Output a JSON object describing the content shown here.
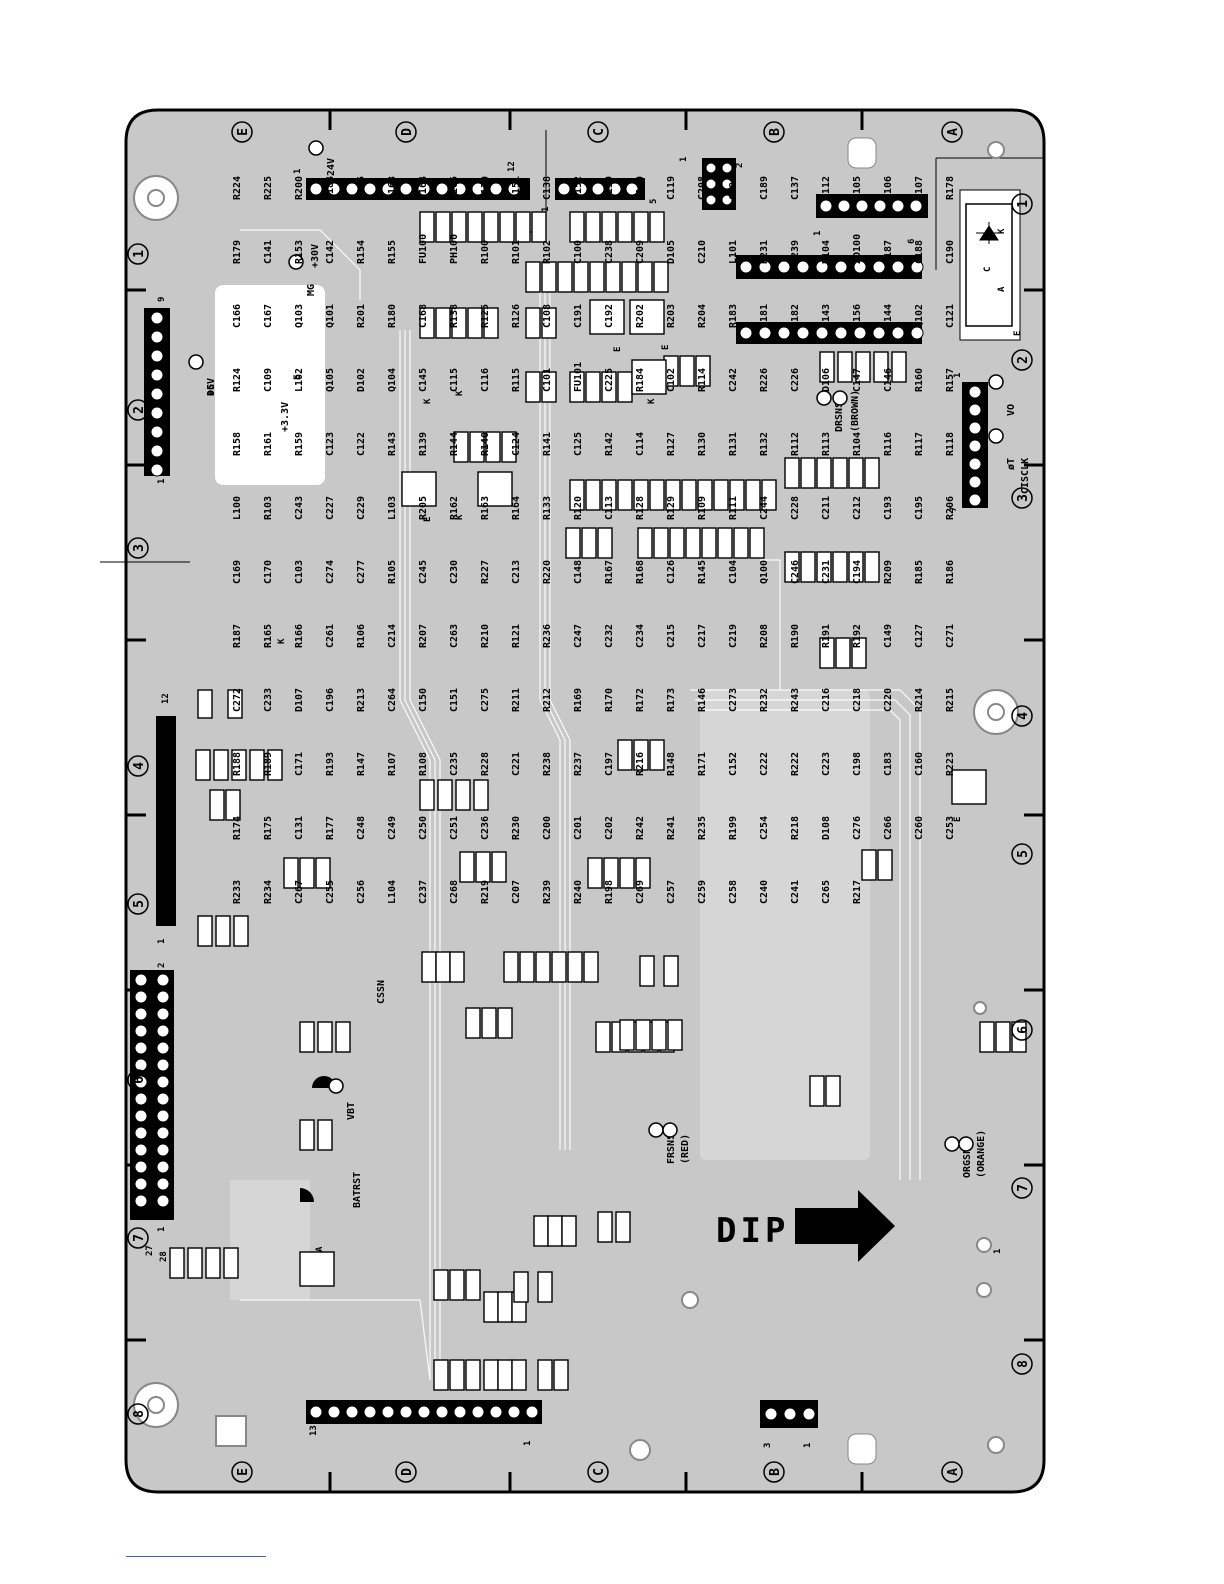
{
  "board": {
    "colors": {
      "board_fill": "#c8c8c8",
      "trace": "#ffffff",
      "component": "#ffffff",
      "header": "#000000",
      "outline": "#000000"
    },
    "dip_label": "DIP",
    "grid": {
      "columns": [
        "A",
        "B",
        "C",
        "D",
        "E"
      ],
      "rows": [
        "1",
        "2",
        "3",
        "4",
        "5",
        "6",
        "7",
        "8"
      ]
    },
    "test_points": [
      {
        "text": "+24V"
      },
      {
        "text": "+30V"
      },
      {
        "text": "MG"
      },
      {
        "text": "+5V"
      },
      {
        "text": "DG"
      },
      {
        "text": "+3.3V"
      },
      {
        "text": "VO"
      },
      {
        "text": "CISCLK"
      },
      {
        "text": "øT"
      },
      {
        "text": "CSSN"
      },
      {
        "text": "VBT"
      },
      {
        "text": "BATRST"
      },
      {
        "text": "DRSNS"
      },
      {
        "text": "(BROWN)"
      },
      {
        "text": "FRSNS"
      },
      {
        "text": "(RED)"
      },
      {
        "text": "ORGSNS"
      },
      {
        "text": "(ORANGE)"
      }
    ],
    "components": [
      {
        "text": "R224"
      },
      {
        "text": "R225"
      },
      {
        "text": "R200"
      },
      {
        "text": "C184"
      },
      {
        "text": "C185"
      },
      {
        "text": "C163"
      },
      {
        "text": "C164"
      },
      {
        "text": "C165"
      },
      {
        "text": "C120"
      },
      {
        "text": "R151"
      },
      {
        "text": "C138"
      },
      {
        "text": "R152"
      },
      {
        "text": "C139"
      },
      {
        "text": "C140"
      },
      {
        "text": "C119"
      },
      {
        "text": "C208"
      },
      {
        "text": "C186"
      },
      {
        "text": "C189"
      },
      {
        "text": "C137"
      },
      {
        "text": "C112"
      },
      {
        "text": "C105"
      },
      {
        "text": "C106"
      },
      {
        "text": "C107"
      },
      {
        "text": "R178"
      },
      {
        "text": "R179"
      },
      {
        "text": "C141"
      },
      {
        "text": "R153"
      },
      {
        "text": "C142"
      },
      {
        "text": "R154"
      },
      {
        "text": "R155"
      },
      {
        "text": "FU100"
      },
      {
        "text": "PH100"
      },
      {
        "text": "R100"
      },
      {
        "text": "R101"
      },
      {
        "text": "R102"
      },
      {
        "text": "C100"
      },
      {
        "text": "C238"
      },
      {
        "text": "C209"
      },
      {
        "text": "D105"
      },
      {
        "text": "C210"
      },
      {
        "text": "L101"
      },
      {
        "text": "R231"
      },
      {
        "text": "C239"
      },
      {
        "text": "D104"
      },
      {
        "text": "ZD100"
      },
      {
        "text": "C187"
      },
      {
        "text": "C188"
      },
      {
        "text": "C190"
      },
      {
        "text": "C166"
      },
      {
        "text": "C167"
      },
      {
        "text": "Q103"
      },
      {
        "text": "Q101"
      },
      {
        "text": "R201"
      },
      {
        "text": "R180"
      },
      {
        "text": "C168"
      },
      {
        "text": "R138"
      },
      {
        "text": "R125"
      },
      {
        "text": "R126"
      },
      {
        "text": "C108"
      },
      {
        "text": "C191"
      },
      {
        "text": "C192"
      },
      {
        "text": "R202"
      },
      {
        "text": "R203"
      },
      {
        "text": "R204"
      },
      {
        "text": "R183"
      },
      {
        "text": "R181"
      },
      {
        "text": "R182"
      },
      {
        "text": "C143"
      },
      {
        "text": "R156"
      },
      {
        "text": "C144"
      },
      {
        "text": "Q102"
      },
      {
        "text": "C121"
      },
      {
        "text": "R124"
      },
      {
        "text": "C109"
      },
      {
        "text": "L102"
      },
      {
        "text": "Q105"
      },
      {
        "text": "D102"
      },
      {
        "text": "Q104"
      },
      {
        "text": "C145"
      },
      {
        "text": "C115"
      },
      {
        "text": "C116"
      },
      {
        "text": "R115"
      },
      {
        "text": "C101"
      },
      {
        "text": "FU101"
      },
      {
        "text": "C225"
      },
      {
        "text": "R184"
      },
      {
        "text": "C102"
      },
      {
        "text": "R114"
      },
      {
        "text": "C242"
      },
      {
        "text": "R226"
      },
      {
        "text": "C226"
      },
      {
        "text": "D106"
      },
      {
        "text": "C147"
      },
      {
        "text": "C146"
      },
      {
        "text": "R160"
      },
      {
        "text": "R157"
      },
      {
        "text": "R158"
      },
      {
        "text": "R161"
      },
      {
        "text": "R159"
      },
      {
        "text": "C123"
      },
      {
        "text": "C122"
      },
      {
        "text": "R143"
      },
      {
        "text": "R139"
      },
      {
        "text": "R144"
      },
      {
        "text": "R140"
      },
      {
        "text": "C124"
      },
      {
        "text": "R141"
      },
      {
        "text": "C125"
      },
      {
        "text": "R142"
      },
      {
        "text": "C114"
      },
      {
        "text": "R127"
      },
      {
        "text": "R130"
      },
      {
        "text": "R131"
      },
      {
        "text": "R132"
      },
      {
        "text": "R112"
      },
      {
        "text": "R113"
      },
      {
        "text": "R104"
      },
      {
        "text": "R116"
      },
      {
        "text": "R117"
      },
      {
        "text": "R118"
      },
      {
        "text": "L100"
      },
      {
        "text": "R103"
      },
      {
        "text": "C243"
      },
      {
        "text": "C227"
      },
      {
        "text": "C229"
      },
      {
        "text": "L103"
      },
      {
        "text": "R205"
      },
      {
        "text": "R162"
      },
      {
        "text": "R163"
      },
      {
        "text": "R164"
      },
      {
        "text": "R133"
      },
      {
        "text": "R120"
      },
      {
        "text": "C113"
      },
      {
        "text": "R128"
      },
      {
        "text": "R129"
      },
      {
        "text": "R109"
      },
      {
        "text": "R111"
      },
      {
        "text": "C244"
      },
      {
        "text": "C228"
      },
      {
        "text": "C211"
      },
      {
        "text": "C212"
      },
      {
        "text": "C193"
      },
      {
        "text": "C195"
      },
      {
        "text": "R206"
      },
      {
        "text": "C169"
      },
      {
        "text": "C170"
      },
      {
        "text": "C103"
      },
      {
        "text": "C274"
      },
      {
        "text": "C277"
      },
      {
        "text": "R105"
      },
      {
        "text": "C245"
      },
      {
        "text": "C230"
      },
      {
        "text": "R227"
      },
      {
        "text": "C213"
      },
      {
        "text": "R220"
      },
      {
        "text": "C148"
      },
      {
        "text": "R167"
      },
      {
        "text": "R168"
      },
      {
        "text": "C126"
      },
      {
        "text": "R145"
      },
      {
        "text": "C104"
      },
      {
        "text": "Q100"
      },
      {
        "text": "C246"
      },
      {
        "text": "C231"
      },
      {
        "text": "C194"
      },
      {
        "text": "R209"
      },
      {
        "text": "R185"
      },
      {
        "text": "R186"
      },
      {
        "text": "R187"
      },
      {
        "text": "R165"
      },
      {
        "text": "R166"
      },
      {
        "text": "C261"
      },
      {
        "text": "R106"
      },
      {
        "text": "C214"
      },
      {
        "text": "R207"
      },
      {
        "text": "C263"
      },
      {
        "text": "R210"
      },
      {
        "text": "R121"
      },
      {
        "text": "R236"
      },
      {
        "text": "C247"
      },
      {
        "text": "C232"
      },
      {
        "text": "C234"
      },
      {
        "text": "C215"
      },
      {
        "text": "C217"
      },
      {
        "text": "C219"
      },
      {
        "text": "R208"
      },
      {
        "text": "R190"
      },
      {
        "text": "R191"
      },
      {
        "text": "R192"
      },
      {
        "text": "C149"
      },
      {
        "text": "C127"
      },
      {
        "text": "C271"
      },
      {
        "text": "C272"
      },
      {
        "text": "C233"
      },
      {
        "text": "D107"
      },
      {
        "text": "C196"
      },
      {
        "text": "R213"
      },
      {
        "text": "C264"
      },
      {
        "text": "C150"
      },
      {
        "text": "C151"
      },
      {
        "text": "C275"
      },
      {
        "text": "R211"
      },
      {
        "text": "R212"
      },
      {
        "text": "R169"
      },
      {
        "text": "R170"
      },
      {
        "text": "R172"
      },
      {
        "text": "R173"
      },
      {
        "text": "R146"
      },
      {
        "text": "C273"
      },
      {
        "text": "R232"
      },
      {
        "text": "R243"
      },
      {
        "text": "C216"
      },
      {
        "text": "C218"
      },
      {
        "text": "C220"
      },
      {
        "text": "R214"
      },
      {
        "text": "R215"
      },
      {
        "text": "R188"
      },
      {
        "text": "R189"
      },
      {
        "text": "C171"
      },
      {
        "text": "R193"
      },
      {
        "text": "R147"
      },
      {
        "text": "R107"
      },
      {
        "text": "R108"
      },
      {
        "text": "C235"
      },
      {
        "text": "R228"
      },
      {
        "text": "C221"
      },
      {
        "text": "R238"
      },
      {
        "text": "R237"
      },
      {
        "text": "C197"
      },
      {
        "text": "R216"
      },
      {
        "text": "R148"
      },
      {
        "text": "R171"
      },
      {
        "text": "C152"
      },
      {
        "text": "C222"
      },
      {
        "text": "R222"
      },
      {
        "text": "C223"
      },
      {
        "text": "C198"
      },
      {
        "text": "C183"
      },
      {
        "text": "C160"
      },
      {
        "text": "R223"
      },
      {
        "text": "R174"
      },
      {
        "text": "R175"
      },
      {
        "text": "C131"
      },
      {
        "text": "R177"
      },
      {
        "text": "C248"
      },
      {
        "text": "C249"
      },
      {
        "text": "C250"
      },
      {
        "text": "C251"
      },
      {
        "text": "C236"
      },
      {
        "text": "R230"
      },
      {
        "text": "C200"
      },
      {
        "text": "C201"
      },
      {
        "text": "C202"
      },
      {
        "text": "R242"
      },
      {
        "text": "R241"
      },
      {
        "text": "R235"
      },
      {
        "text": "R199"
      },
      {
        "text": "C254"
      },
      {
        "text": "R218"
      },
      {
        "text": "D108"
      },
      {
        "text": "C276"
      },
      {
        "text": "C266"
      },
      {
        "text": "C260"
      },
      {
        "text": "C253"
      },
      {
        "text": "R233"
      },
      {
        "text": "R234"
      },
      {
        "text": "C267"
      },
      {
        "text": "C255"
      },
      {
        "text": "C256"
      },
      {
        "text": "L104"
      },
      {
        "text": "C237"
      },
      {
        "text": "C268"
      },
      {
        "text": "R219"
      },
      {
        "text": "C207"
      },
      {
        "text": "R239"
      },
      {
        "text": "R240"
      },
      {
        "text": "R198"
      },
      {
        "text": "C269"
      },
      {
        "text": "C257"
      },
      {
        "text": "C259"
      },
      {
        "text": "C258"
      },
      {
        "text": "C240"
      },
      {
        "text": "C241"
      },
      {
        "text": "C265"
      },
      {
        "text": "R217"
      }
    ],
    "pin_markers": [
      {
        "text": "1"
      },
      {
        "text": "12"
      },
      {
        "text": "1"
      },
      {
        "text": "5"
      },
      {
        "text": "1"
      },
      {
        "text": "2"
      },
      {
        "text": "1"
      },
      {
        "text": "6"
      },
      {
        "text": "9"
      },
      {
        "text": "1"
      },
      {
        "text": "12"
      },
      {
        "text": "1"
      },
      {
        "text": "2"
      },
      {
        "text": "1"
      },
      {
        "text": "28"
      },
      {
        "text": "27"
      },
      {
        "text": "13"
      },
      {
        "text": "1"
      },
      {
        "text": "3"
      },
      {
        "text": "1"
      },
      {
        "text": "7"
      },
      {
        "text": "1"
      },
      {
        "text": "1"
      }
    ],
    "polarity_marks": [
      {
        "text": "K"
      },
      {
        "text": "A"
      },
      {
        "text": "C"
      },
      {
        "text": "E"
      },
      {
        "text": "E"
      },
      {
        "text": "E"
      },
      {
        "text": "E"
      },
      {
        "text": "K"
      },
      {
        "text": "K"
      },
      {
        "text": "K"
      },
      {
        "text": "E"
      },
      {
        "text": "K"
      },
      {
        "text": "K"
      },
      {
        "text": "A"
      },
      {
        "text": "E"
      }
    ]
  }
}
